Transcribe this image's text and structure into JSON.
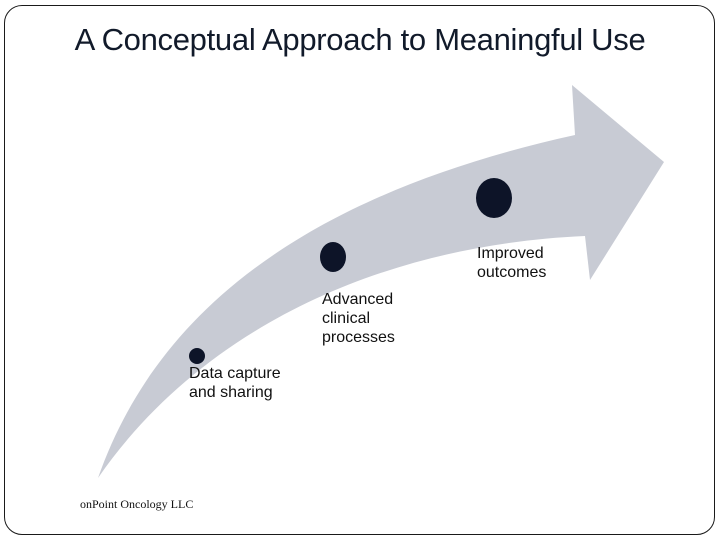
{
  "slide": {
    "title": "A Conceptual Approach to Meaningful Use",
    "footer": "onPoint Oncology LLC"
  },
  "diagram": {
    "arrow_color": "#c8cbd4",
    "marker_color": "#0d1428",
    "steps": [
      {
        "label": "Data capture\nand sharing"
      },
      {
        "label": "Advanced\nclinical\nprocesses"
      },
      {
        "label": "Improved\noutcomes"
      }
    ]
  }
}
